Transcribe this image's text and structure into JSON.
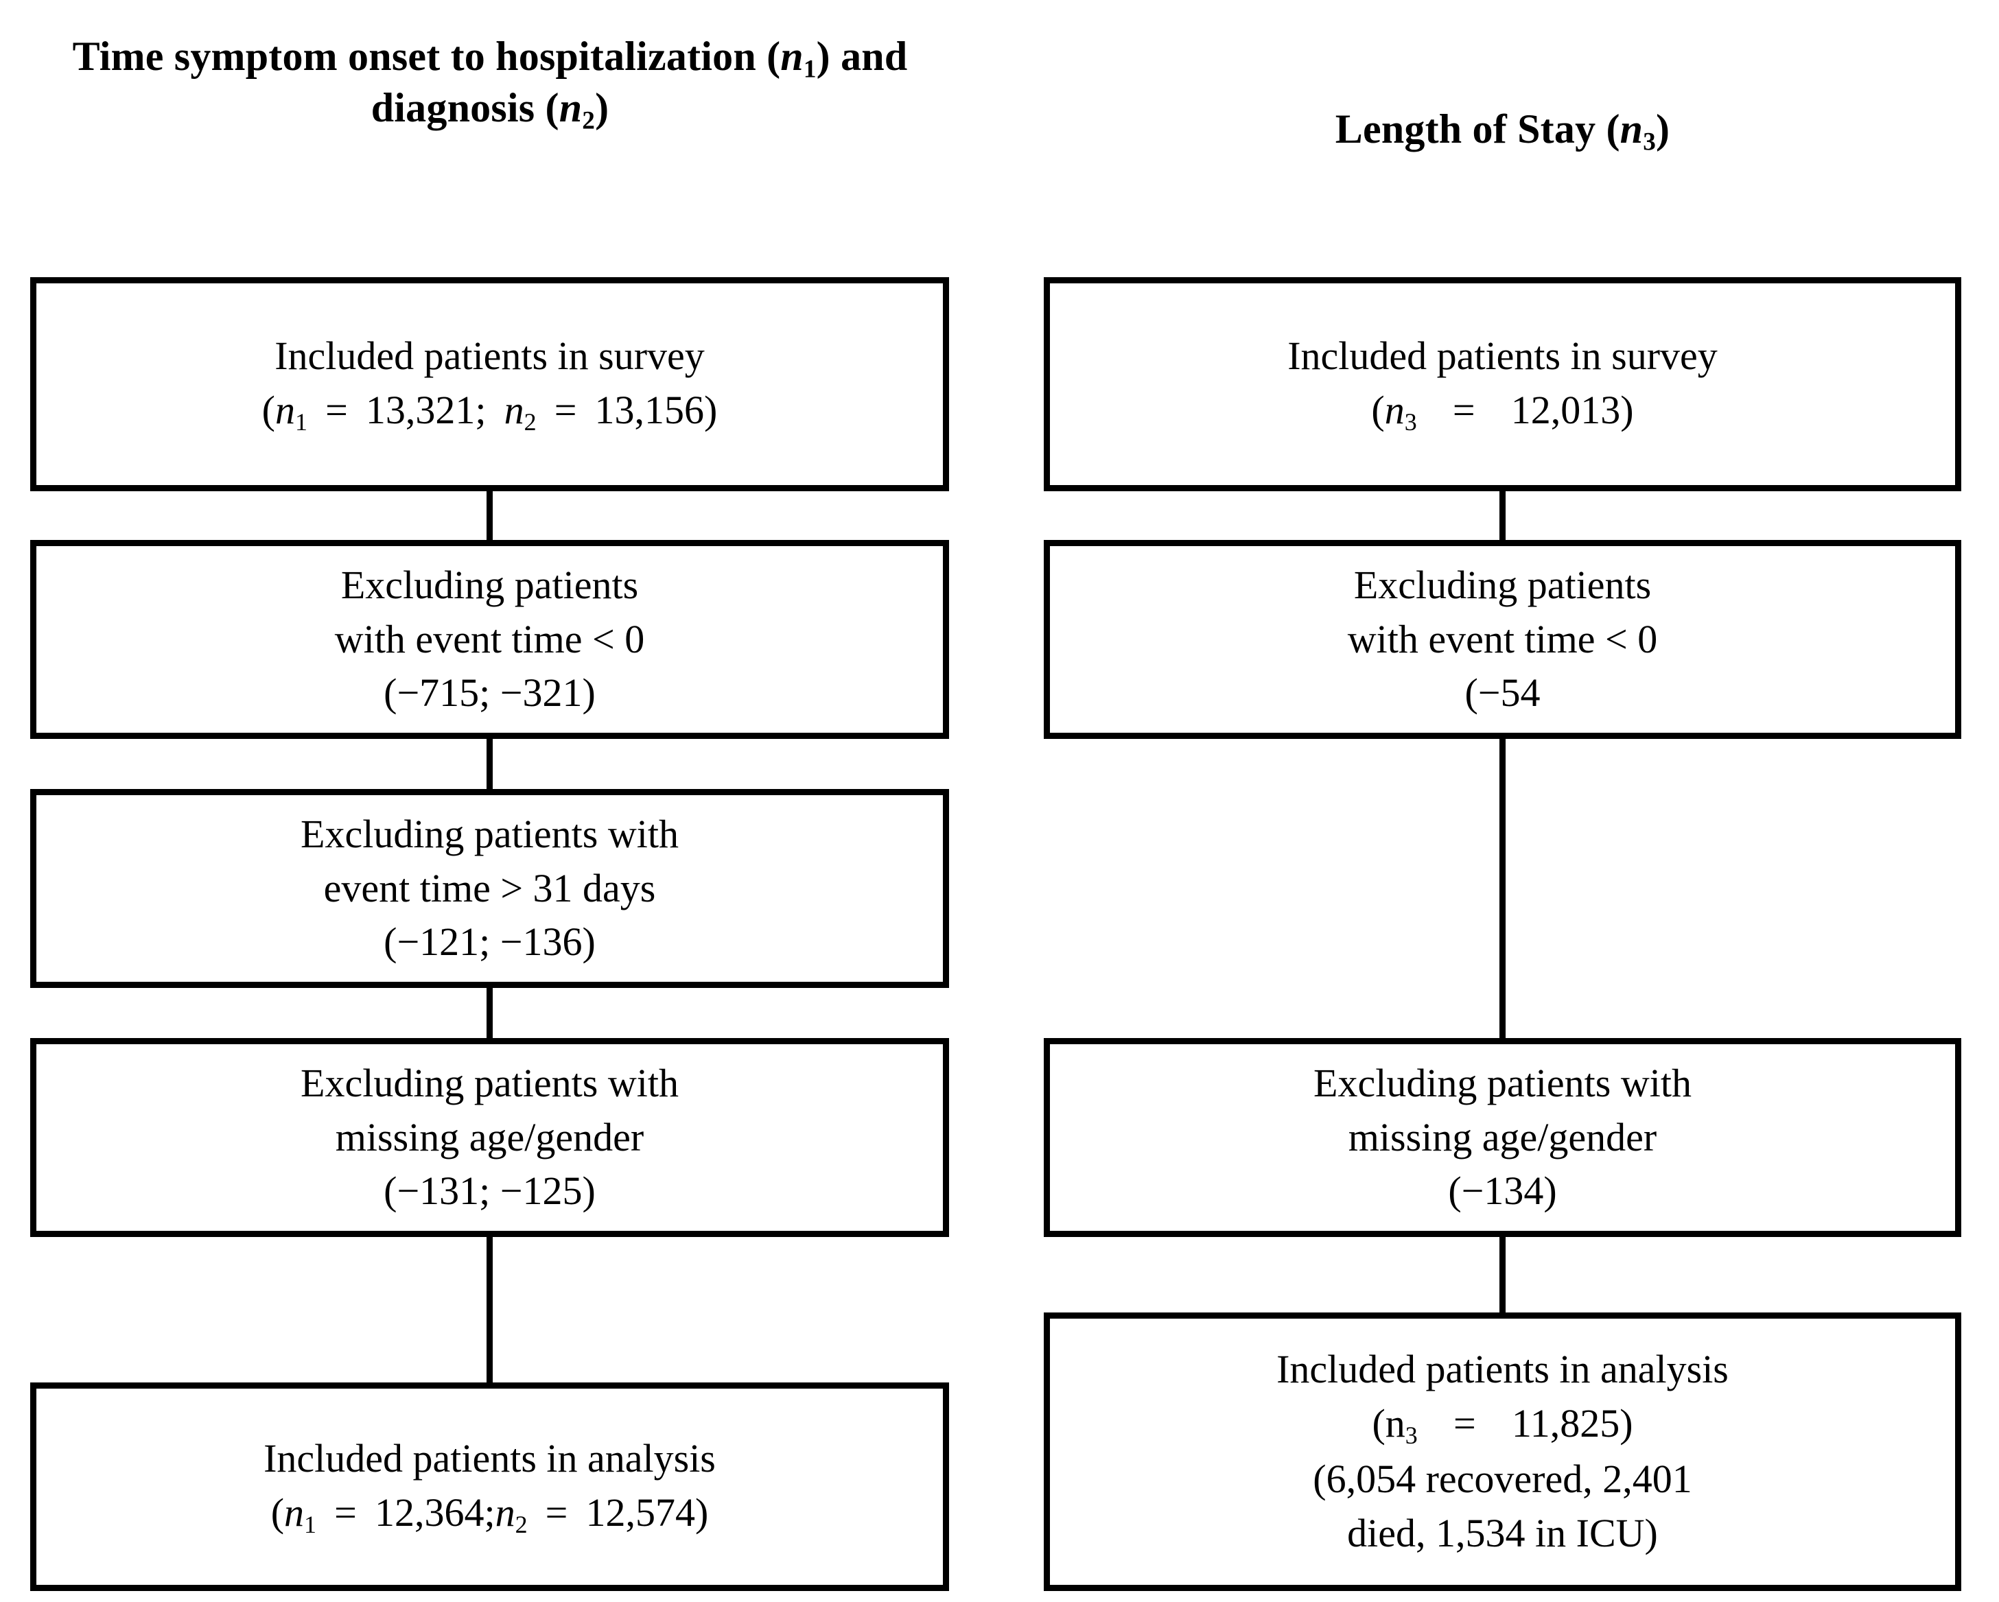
{
  "figure": {
    "type": "flow-diagram",
    "title": "Patient inclusion / exclusion flow diagram",
    "background_color": "#ffffff",
    "line_color": "#000000"
  },
  "columns": [
    {
      "id": "time-to-hospitalization",
      "heading_lines": [
        "Time symptom onset",
        "to hospitalization (n₁)",
        "and diagnosis (n₂)"
      ],
      "heading_plain": "Time symptom onset to hospitalization (n1) and diagnosis (n2)",
      "nodes": [
        {
          "id": "left-included-survey",
          "lines": [
            "Included patients in survey",
            "(n₁  =  13,321; n₂  =  13,156)"
          ],
          "values": {
            "n1": "13,321",
            "n2": "13,156"
          }
        },
        {
          "id": "left-exclude-negative-time",
          "lines": [
            "Excluding patients",
            "with event time <  0",
            "(−715; −321)"
          ],
          "values": {
            "n1": "−715",
            "n2": "−321"
          }
        },
        {
          "id": "left-exclude-over-31-days",
          "lines": [
            "Excluding patients with",
            "event time >  31 days",
            "(−121; −136)"
          ],
          "values": {
            "n1": "−121",
            "n2": "−136"
          }
        },
        {
          "id": "left-exclude-missing-age-gender",
          "lines": [
            "Excluding patients with",
            "missing age/gender",
            "(−131; −125)"
          ],
          "values": {
            "n1": "−131",
            "n2": "−125"
          }
        },
        {
          "id": "left-included-analysis",
          "lines": [
            "Included patients in analysis",
            "(n₁  =  12,364; n₂  =  12,574)"
          ],
          "values": {
            "n1": "12,364",
            "n2": "12,574"
          }
        }
      ]
    },
    {
      "id": "length-of-stay",
      "heading_lines": [
        "Length of Stay (n₃)"
      ],
      "heading_plain": "Length of Stay (n3)",
      "nodes": [
        {
          "id": "right-included-survey",
          "lines": [
            "Included patients in survey",
            "(n₃   =   12,013)"
          ],
          "values": {
            "n3": "12,013"
          }
        },
        {
          "id": "right-exclude-negative-time",
          "lines": [
            "Excluding patients",
            "with event time <  0",
            "(−54"
          ],
          "values": {
            "n3": "−54"
          }
        },
        {
          "id": "right-exclude-missing-age-gender",
          "lines": [
            "Excluding patients with",
            "missing age/gender",
            "(−134)"
          ],
          "values": {
            "n3": "−134"
          }
        },
        {
          "id": "right-included-analysis",
          "lines": [
            "Included patients in analysis",
            "(n₃   =   11,825)",
            "(6,054 recovered, 2,401",
            "died, 1,534 in ICU)"
          ],
          "values": {
            "n3": "11,825",
            "recovered": "6,054",
            "died": "2,401",
            "icu": "1,534"
          }
        }
      ]
    }
  ],
  "text": {
    "heading_left_l1": "Time symptom onset",
    "heading_left_l2a": "to hospitalization (",
    "heading_left_l2b": ")",
    "heading_left_l3a": "and diagnosis (",
    "heading_left_l3b": ")",
    "heading_right_a": "Length of Stay (",
    "heading_right_b": ")",
    "l1_line1": "Included patients in survey",
    "l1_n1": "13,321",
    "l1_n2": "13,156",
    "l2_line1": "Excluding patients",
    "l2_line2": "with event time <  0",
    "l2_line3": "(−715; −321)",
    "l3_line1": "Excluding patients with",
    "l3_line2": "event time >  31 days",
    "l3_line3": "(−121; −136)",
    "l4_line1": "Excluding patients with",
    "l4_line2": "missing age/gender",
    "l4_line3": "(−131; −125)",
    "l5_line1": "Included patients in analysis",
    "l5_n1": "12,364",
    "l5_n2": "12,574",
    "r1_line1": "Included patients in survey",
    "r1_n3": "12,013",
    "r2_line1": "Excluding patients",
    "r2_line2": "with event time <  0",
    "r2_line3": "(−54",
    "r3_line1": "Excluding patients with",
    "r3_line2": "missing age/gender",
    "r3_line3": "(−134)",
    "r4_line1": "Included patients in analysis",
    "r4_n3": "11,825",
    "r4_line3": "(6,054 recovered, 2,401",
    "r4_line4": "died, 1,534 in ICU)",
    "n_sym": "n",
    "sub1": "1",
    "sub2": "2",
    "sub3": "3",
    "eq": "=",
    "paren_open": "(",
    "paren_close": ")",
    "semicolon": ";"
  }
}
